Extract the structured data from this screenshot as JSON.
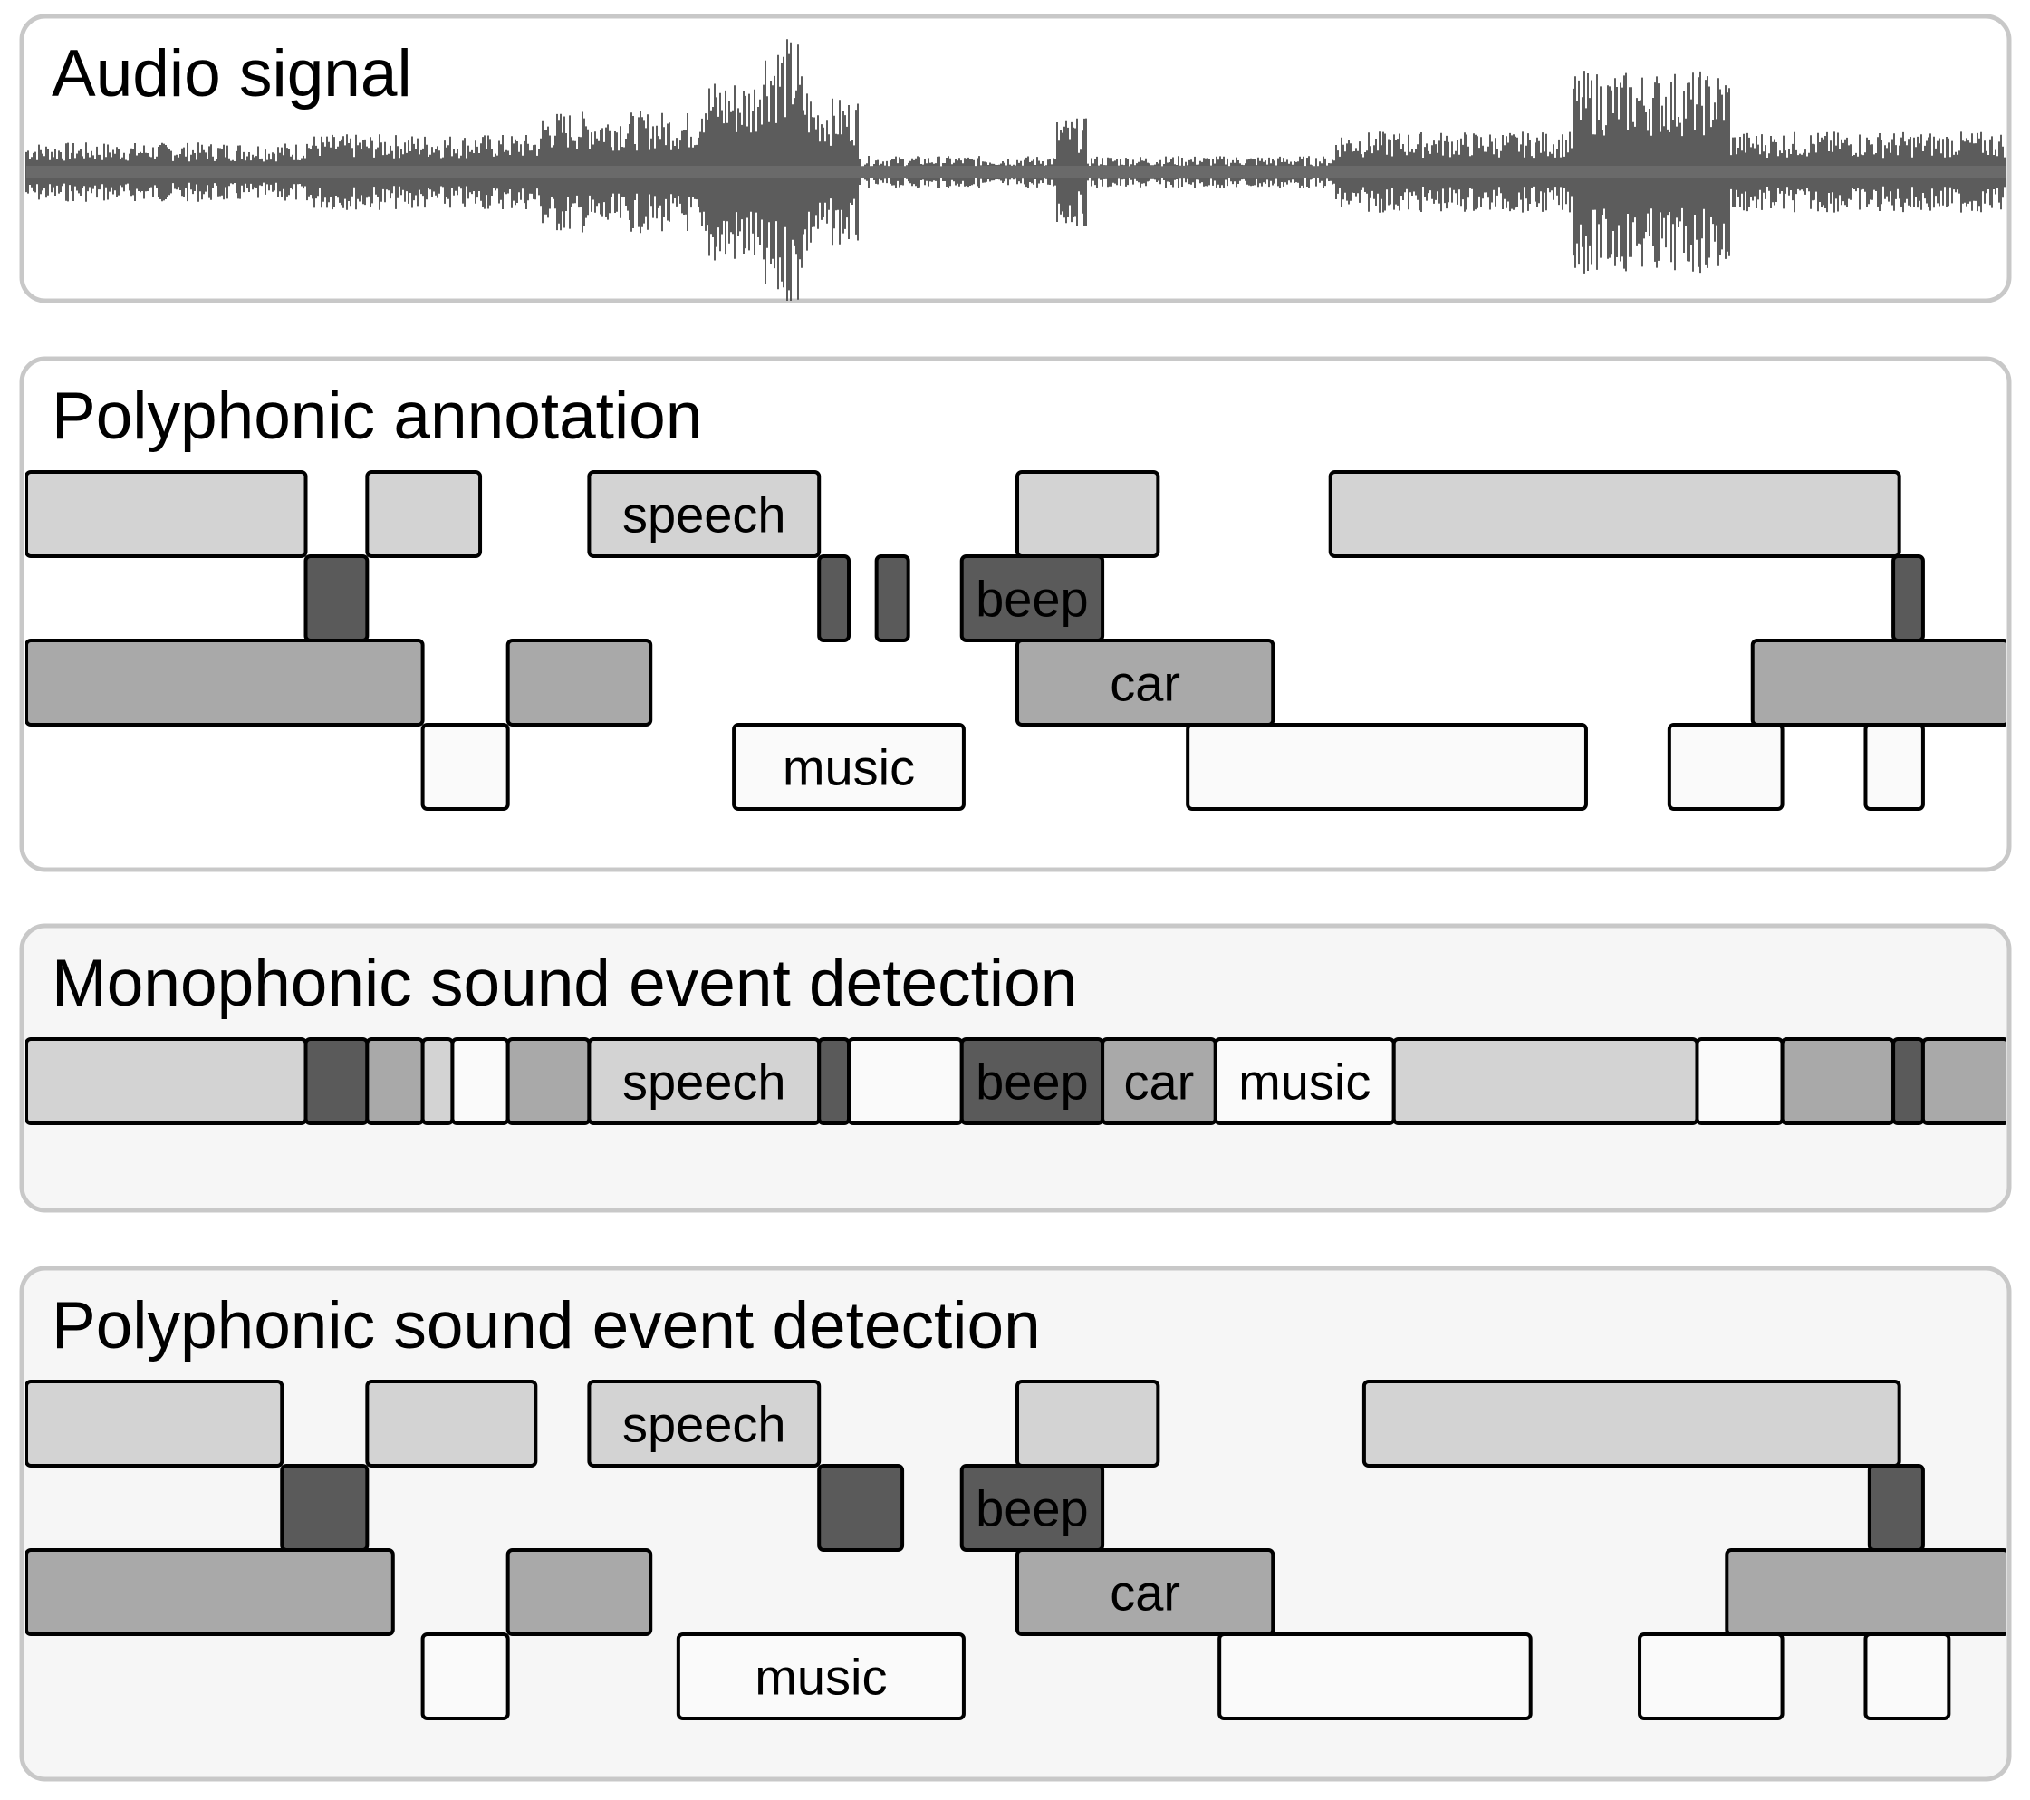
{
  "colors": {
    "speech": "#d3d3d3",
    "beep": "#5a5a5a",
    "car": "#a9a9a9",
    "music": "#fafafa",
    "panel_border": "#c8c8c8",
    "panel_fill_light": "#ffffff",
    "panel_fill_shaded": "#f6f6f6",
    "waveform": "#4a4a4a"
  },
  "timeline": {
    "start": 0,
    "end": 100
  },
  "panels": [
    {
      "id": "audio-signal",
      "title": "Audio signal",
      "shaded": false,
      "waveform": {
        "segments": [
          {
            "t0": 0,
            "t1": 14,
            "amp": 0.22
          },
          {
            "t0": 14,
            "t1": 26,
            "amp": 0.28
          },
          {
            "t0": 26,
            "t1": 34,
            "amp": 0.45
          },
          {
            "t0": 34,
            "t1": 37,
            "amp": 0.7
          },
          {
            "t0": 37,
            "t1": 39,
            "amp": 1.0
          },
          {
            "t0": 39,
            "t1": 42,
            "amp": 0.55
          },
          {
            "t0": 42,
            "t1": 52,
            "amp": 0.12
          },
          {
            "t0": 52,
            "t1": 53.5,
            "amp": 0.4
          },
          {
            "t0": 53.5,
            "t1": 66,
            "amp": 0.12
          },
          {
            "t0": 66,
            "t1": 78,
            "amp": 0.3
          },
          {
            "t0": 78,
            "t1": 86,
            "amp": 0.75
          },
          {
            "t0": 86,
            "t1": 100,
            "amp": 0.3
          }
        ]
      }
    },
    {
      "id": "polyphonic-annotation",
      "title": "Polyphonic annotation",
      "shaded": false,
      "events": [
        {
          "cls": "speech",
          "t0": 0,
          "t1": 14.1,
          "label": ""
        },
        {
          "cls": "speech",
          "t0": 17.2,
          "t1": 22.9,
          "label": ""
        },
        {
          "cls": "speech",
          "t0": 28.4,
          "t1": 40,
          "label": "speech"
        },
        {
          "cls": "speech",
          "t0": 50,
          "t1": 57.1,
          "label": ""
        },
        {
          "cls": "speech",
          "t0": 65.8,
          "t1": 94.5,
          "label": ""
        },
        {
          "cls": "beep",
          "t0": 14.1,
          "t1": 17.2,
          "label": ""
        },
        {
          "cls": "beep",
          "t0": 40,
          "t1": 41.5,
          "label": ""
        },
        {
          "cls": "beep",
          "t0": 42.9,
          "t1": 44.5,
          "label": ""
        },
        {
          "cls": "beep",
          "t0": 47.2,
          "t1": 54.3,
          "label": "beep"
        },
        {
          "cls": "beep",
          "t0": 94.2,
          "t1": 95.7,
          "label": ""
        },
        {
          "cls": "car",
          "t0": 0,
          "t1": 20,
          "label": ""
        },
        {
          "cls": "car",
          "t0": 24.3,
          "t1": 31.5,
          "label": ""
        },
        {
          "cls": "car",
          "t0": 50,
          "t1": 62.9,
          "label": "car"
        },
        {
          "cls": "car",
          "t0": 87.1,
          "t1": 100,
          "label": ""
        },
        {
          "cls": "music",
          "t0": 20,
          "t1": 24.3,
          "label": ""
        },
        {
          "cls": "music",
          "t0": 35.7,
          "t1": 47.3,
          "label": "music"
        },
        {
          "cls": "music",
          "t0": 58.6,
          "t1": 78.7,
          "label": ""
        },
        {
          "cls": "music",
          "t0": 82.9,
          "t1": 88.6,
          "label": ""
        },
        {
          "cls": "music",
          "t0": 92.8,
          "t1": 95.7,
          "label": ""
        }
      ]
    },
    {
      "id": "monophonic-detection",
      "title": "Monophonic sound event detection",
      "shaded": true,
      "events": [
        {
          "cls": "speech",
          "t0": 0,
          "t1": 14.1,
          "label": ""
        },
        {
          "cls": "beep",
          "t0": 14.1,
          "t1": 17.2,
          "label": ""
        },
        {
          "cls": "car",
          "t0": 17.2,
          "t1": 20,
          "label": ""
        },
        {
          "cls": "speech",
          "t0": 20,
          "t1": 21.5,
          "label": ""
        },
        {
          "cls": "music",
          "t0": 21.5,
          "t1": 24.3,
          "label": ""
        },
        {
          "cls": "car",
          "t0": 24.3,
          "t1": 28.4,
          "label": ""
        },
        {
          "cls": "speech",
          "t0": 28.4,
          "t1": 40,
          "label": "speech"
        },
        {
          "cls": "beep",
          "t0": 40,
          "t1": 41.5,
          "label": ""
        },
        {
          "cls": "music",
          "t0": 41.5,
          "t1": 47.2,
          "label": ""
        },
        {
          "cls": "beep",
          "t0": 47.2,
          "t1": 54.3,
          "label": "beep"
        },
        {
          "cls": "car",
          "t0": 54.3,
          "t1": 60,
          "label": "car"
        },
        {
          "cls": "music",
          "t0": 60,
          "t1": 69,
          "label": "music"
        },
        {
          "cls": "speech",
          "t0": 69,
          "t1": 84.3,
          "label": ""
        },
        {
          "cls": "music",
          "t0": 84.3,
          "t1": 88.6,
          "label": ""
        },
        {
          "cls": "car",
          "t0": 88.6,
          "t1": 94.2,
          "label": ""
        },
        {
          "cls": "beep",
          "t0": 94.2,
          "t1": 95.7,
          "label": ""
        },
        {
          "cls": "car",
          "t0": 95.7,
          "t1": 100,
          "label": ""
        }
      ]
    },
    {
      "id": "polyphonic-detection",
      "title": "Polyphonic sound event detection",
      "shaded": true,
      "events": [
        {
          "cls": "speech",
          "t0": 0,
          "t1": 12.9,
          "label": ""
        },
        {
          "cls": "speech",
          "t0": 17.2,
          "t1": 25.7,
          "label": ""
        },
        {
          "cls": "speech",
          "t0": 28.4,
          "t1": 40,
          "label": "speech"
        },
        {
          "cls": "speech",
          "t0": 50,
          "t1": 57.1,
          "label": ""
        },
        {
          "cls": "speech",
          "t0": 67.5,
          "t1": 94.5,
          "label": ""
        },
        {
          "cls": "beep",
          "t0": 12.9,
          "t1": 17.2,
          "label": ""
        },
        {
          "cls": "beep",
          "t0": 40,
          "t1": 44.2,
          "label": ""
        },
        {
          "cls": "beep",
          "t0": 47.2,
          "t1": 54.3,
          "label": "beep"
        },
        {
          "cls": "beep",
          "t0": 93,
          "t1": 95.7,
          "label": ""
        },
        {
          "cls": "car",
          "t0": 0,
          "t1": 18.5,
          "label": ""
        },
        {
          "cls": "car",
          "t0": 24.3,
          "t1": 31.5,
          "label": ""
        },
        {
          "cls": "car",
          "t0": 50,
          "t1": 62.9,
          "label": "car"
        },
        {
          "cls": "car",
          "t0": 85.8,
          "t1": 100,
          "label": ""
        },
        {
          "cls": "music",
          "t0": 20,
          "t1": 24.3,
          "label": ""
        },
        {
          "cls": "music",
          "t0": 32.9,
          "t1": 47.3,
          "label": "music"
        },
        {
          "cls": "music",
          "t0": 60.2,
          "t1": 75.9,
          "label": ""
        },
        {
          "cls": "music",
          "t0": 81.4,
          "t1": 88.6,
          "label": ""
        },
        {
          "cls": "music",
          "t0": 92.8,
          "t1": 97,
          "label": ""
        }
      ]
    }
  ]
}
